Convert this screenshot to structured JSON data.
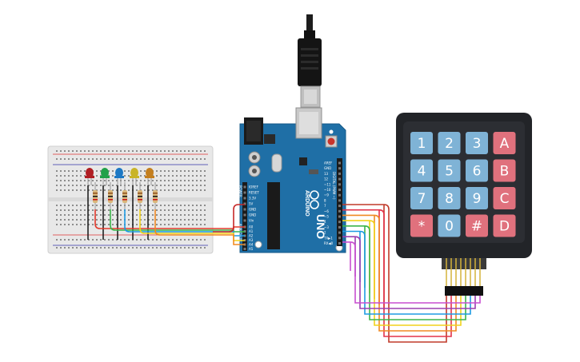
{
  "board": {
    "brand": "ARDUINO",
    "model": "UNO",
    "digital_pins": [
      "AREF",
      "GND",
      "13",
      "12",
      "~11",
      "~10",
      "~9",
      "8",
      "7",
      "~6",
      "~5",
      "4",
      "~3",
      "2",
      "TX▶1",
      "RX◀0"
    ],
    "power_pins": [
      "IOREF",
      "RESET",
      "3.3V",
      "5V",
      "GND",
      "GND",
      "Vin"
    ],
    "analog_pins": [
      "A0",
      "A1",
      "A2",
      "A3",
      "A4",
      "A5"
    ],
    "header_digital": "DIGITAL (PWM ~)",
    "header_power": "POWER",
    "header_analog": "ANALOG IN"
  },
  "keypad": {
    "keys": [
      [
        "1",
        "2",
        "3",
        "A"
      ],
      [
        "4",
        "5",
        "6",
        "B"
      ],
      [
        "7",
        "8",
        "9",
        "C"
      ],
      [
        "*",
        "0",
        "#",
        "D"
      ]
    ],
    "colors": {
      "number": "#7fb3d6",
      "letter": "#e0717d",
      "body": "#222428"
    }
  },
  "leds": {
    "colors": [
      "#b01e23",
      "#21a14a",
      "#1d78c4",
      "#c9b428",
      "#c47f1f"
    ]
  },
  "wire_colors": [
    "#e23a2c",
    "#f08a24",
    "#f2d21b",
    "#3bb54a",
    "#1e9be3",
    "#9b3fb0",
    "#e3334a",
    "#c13a2a"
  ]
}
